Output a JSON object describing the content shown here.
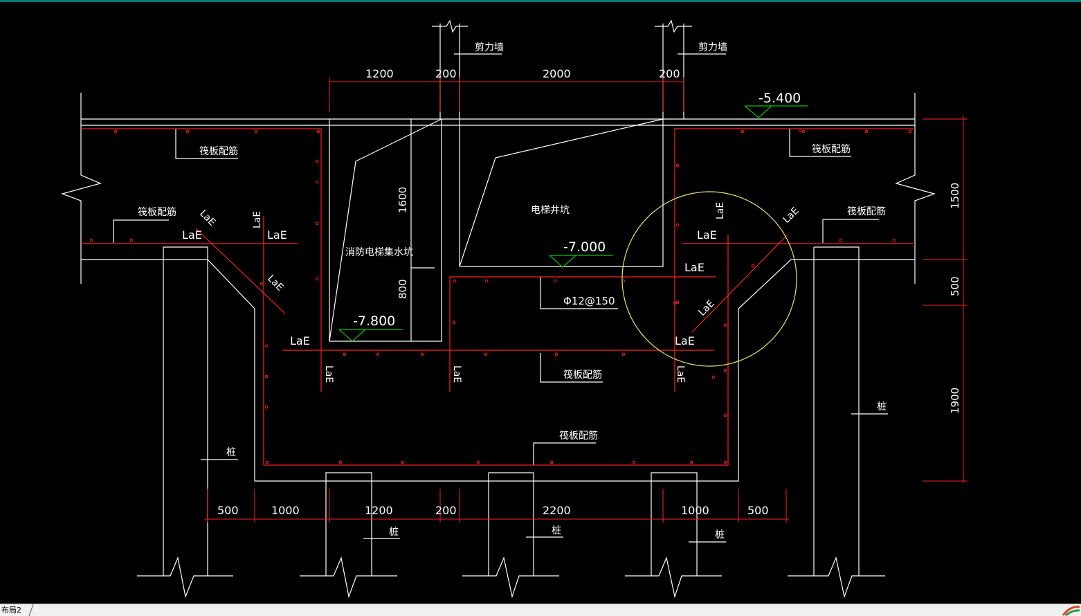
{
  "drawing": {
    "labels": {
      "shear_wall": "剪力墙",
      "raft_rebar": "筏板配筋",
      "pit_left": "消防电梯集水坑",
      "pit_right": "电梯井坑",
      "pile": "桩",
      "lae": "LaE",
      "rebar_spec": "Φ12@150"
    },
    "elevations": {
      "top": "-5.400",
      "pit": "-7.000",
      "sump": "-7.800"
    },
    "dims_top": [
      "1200",
      "200",
      "2000",
      "200"
    ],
    "dims_bottom": [
      "500",
      "1000",
      "1200",
      "200",
      "2200",
      "1000",
      "500"
    ],
    "dims_vertical": [
      "1500",
      "500",
      "1900"
    ],
    "dims_inner": [
      "1600",
      "800"
    ]
  },
  "status_bar": {
    "layout_tab": "布局2"
  },
  "colors": {
    "outline": "#ffffff",
    "rebar": "#ff2020",
    "elevation_marker": "#00c800",
    "highlight_circle": "#e8e860",
    "frame": "#0b7a7a"
  }
}
